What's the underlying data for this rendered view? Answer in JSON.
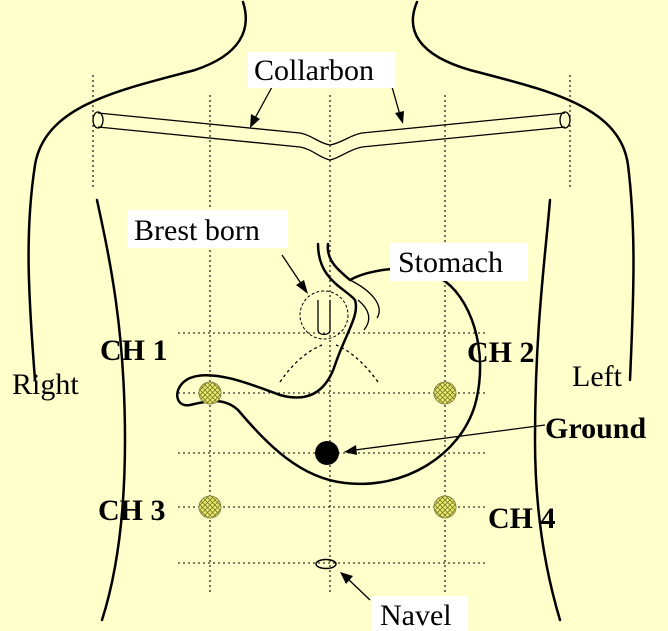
{
  "labels": {
    "collarbone": "Collarbon",
    "breastbone": "Brest born",
    "stomach": "Stomach",
    "right": "Right",
    "left": "Left",
    "ch1": "CH 1",
    "ch2": "CH 2",
    "ch3": "CH 3",
    "ch4": "CH 4",
    "ground": "Ground",
    "navel": "Navel"
  },
  "colors": {
    "background": "#FFFFCC",
    "electrode_fill": "#EEEE66",
    "ground_fill": "#000000",
    "line": "#000000"
  }
}
